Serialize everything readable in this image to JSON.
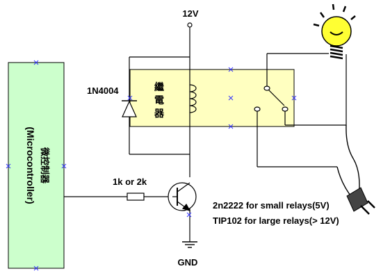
{
  "labels": {
    "supply": "12V",
    "ground": "GND",
    "diode": "1N4004",
    "relay": "繼電器",
    "resistor": "1k or 2k",
    "mcu_chinese": "微控制器",
    "mcu_english": "(Microcontroller)",
    "note_small": "2n2222 for small relays(5V)",
    "note_large": "TIP102 for large relays(> 12V)"
  },
  "colors": {
    "mcu_fill": "#ccffcc",
    "relay_fill": "#ffffc0",
    "bulb_fill": "#ffff33",
    "wire": "#000000",
    "handle_marker": "#3333ff"
  },
  "icons": {
    "bulb": "light-bulb-icon",
    "plug": "power-plug-icon",
    "ground": "ground-symbol-icon",
    "transistor": "npn-transistor-icon",
    "diode": "diode-icon",
    "coil": "relay-coil-icon",
    "switch": "relay-switch-icon"
  }
}
